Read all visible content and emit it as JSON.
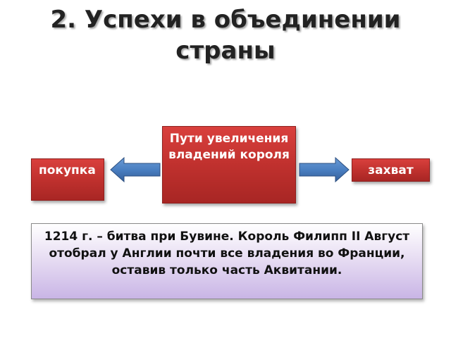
{
  "slide": {
    "title": "2. Успехи в объединении страны"
  },
  "diagram": {
    "center_label": "Пути увеличения владений короля",
    "left_label": "покупка",
    "right_label": "захват",
    "info_text": "1214 г. – битва при Бувине. Король Филипп II Август отобрал у Англии почти все владения во Франции, оставив только часть Аквитании."
  },
  "colors": {
    "box_red": "#c0312e",
    "arrow_blue": "#4a7fc1",
    "info_box_lavender": "#c9b5e6"
  },
  "icons": {
    "left_arrow": "arrow-left-icon",
    "right_arrow": "arrow-right-icon"
  }
}
